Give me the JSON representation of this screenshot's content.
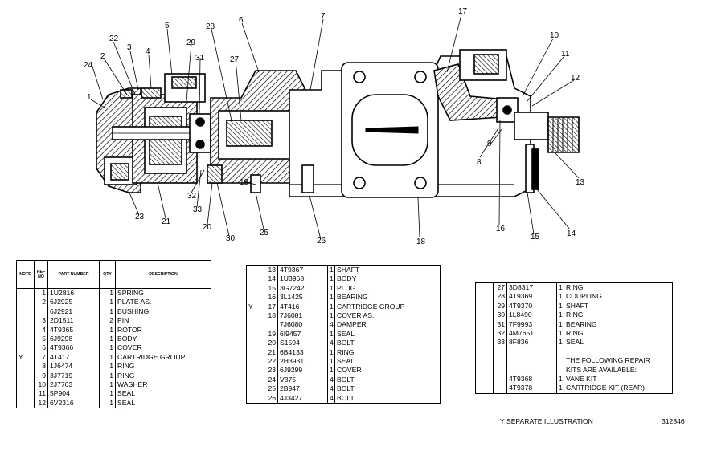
{
  "callouts": [
    "1",
    "2",
    "3",
    "4",
    "5",
    "6",
    "7",
    "8",
    "9",
    "10",
    "11",
    "12",
    "13",
    "14",
    "15",
    "16",
    "17",
    "18",
    "19",
    "20",
    "21",
    "22",
    "23",
    "24",
    "25",
    "26",
    "27",
    "28",
    "29",
    "30",
    "31",
    "32",
    "33"
  ],
  "table1": {
    "headers": [
      "NOTE",
      "REF NO",
      "PART NUMBER",
      "QTY",
      "DESCRIPTION"
    ],
    "rows": [
      {
        "note": "",
        "ref": "1",
        "part": "1U2816",
        "qty": "1",
        "desc": "SPRING"
      },
      {
        "note": "",
        "ref": "2",
        "part": "6J2925",
        "qty": "1",
        "desc": "PLATE  AS."
      },
      {
        "note": "",
        "ref": "",
        "part": "6J2921",
        "qty": "1",
        "desc": "   BUSHING"
      },
      {
        "note": "",
        "ref": "3",
        "part": "2D1511",
        "qty": "2",
        "desc": "PIN"
      },
      {
        "note": "",
        "ref": "4",
        "part": "4T9365",
        "qty": "1",
        "desc": "ROTOR"
      },
      {
        "note": "",
        "ref": "5",
        "part": "6J9298",
        "qty": "1",
        "desc": "BODY"
      },
      {
        "note": "",
        "ref": "6",
        "part": "4T9366",
        "qty": "1",
        "desc": "COVER"
      },
      {
        "note": "Y",
        "ref": "7",
        "part": "4T417",
        "qty": "1",
        "desc": "CARTRIDGE  GROUP"
      },
      {
        "note": "",
        "ref": "8",
        "part": "1J6474",
        "qty": "1",
        "desc": "RING"
      },
      {
        "note": "",
        "ref": "9",
        "part": "3J7719",
        "qty": "1",
        "desc": "RING"
      },
      {
        "note": "",
        "ref": "10",
        "part": "2J7763",
        "qty": "1",
        "desc": "WASHER"
      },
      {
        "note": "",
        "ref": "11",
        "part": "5P904",
        "qty": "1",
        "desc": "SEAL"
      },
      {
        "note": "",
        "ref": "12",
        "part": "6V2316",
        "qty": "1",
        "desc": "SEAL"
      }
    ]
  },
  "table2": {
    "rows": [
      {
        "note": "",
        "ref": "13",
        "part": "4T9367",
        "qty": "1",
        "desc": "SHAFT"
      },
      {
        "note": "",
        "ref": "14",
        "part": "1U3968",
        "qty": "1",
        "desc": "BODY"
      },
      {
        "note": "",
        "ref": "15",
        "part": "3G7242",
        "qty": "1",
        "desc": "PLUG"
      },
      {
        "note": "",
        "ref": "16",
        "part": "3L1425",
        "qty": "1",
        "desc": "BEARING"
      },
      {
        "note": "Y",
        "ref": "17",
        "part": "4T416",
        "qty": "1",
        "desc": "CARTRIDGE  GROUP"
      },
      {
        "note": "",
        "ref": "18",
        "part": "7J6081",
        "qty": "1",
        "desc": "COVER  AS."
      },
      {
        "note": "",
        "ref": "",
        "part": "7J6080",
        "qty": "4",
        "desc": "   DAMPER"
      },
      {
        "note": "",
        "ref": "19",
        "part": "6I9457",
        "qty": "1",
        "desc": "SEAL"
      },
      {
        "note": "",
        "ref": "20",
        "part": "S1594",
        "qty": "4",
        "desc": "BOLT"
      },
      {
        "note": "",
        "ref": "21",
        "part": "6B4133",
        "qty": "1",
        "desc": "RING"
      },
      {
        "note": "",
        "ref": "22",
        "part": "2H3931",
        "qty": "1",
        "desc": "SEAL"
      },
      {
        "note": "",
        "ref": "23",
        "part": "6J9299",
        "qty": "1",
        "desc": "COVER"
      },
      {
        "note": "",
        "ref": "24",
        "part": "V375",
        "qty": "4",
        "desc": "BOLT"
      },
      {
        "note": "",
        "ref": "25",
        "part": "2B947",
        "qty": "4",
        "desc": "BOLT"
      },
      {
        "note": "",
        "ref": "26",
        "part": "4J3427",
        "qty": "4",
        "desc": "BOLT"
      }
    ]
  },
  "table3": {
    "rows": [
      {
        "note": "",
        "ref": "27",
        "part": "3D8317",
        "qty": "1",
        "desc": "RING"
      },
      {
        "note": "",
        "ref": "28",
        "part": "4T9369",
        "qty": "1",
        "desc": "COUPLING"
      },
      {
        "note": "",
        "ref": "29",
        "part": "4T9370",
        "qty": "1",
        "desc": "SHAFT"
      },
      {
        "note": "",
        "ref": "30",
        "part": "1L8490",
        "qty": "1",
        "desc": "RING"
      },
      {
        "note": "",
        "ref": "31",
        "part": "7F9993",
        "qty": "1",
        "desc": "BEARING"
      },
      {
        "note": "",
        "ref": "32",
        "part": "4M7651",
        "qty": "1",
        "desc": "RING"
      },
      {
        "note": "",
        "ref": "33",
        "part": "8F836",
        "qty": "1",
        "desc": "SEAL"
      },
      {
        "note": "",
        "ref": "",
        "part": "",
        "qty": "",
        "desc": ""
      },
      {
        "note": "",
        "ref": "",
        "part": "",
        "qty": "",
        "desc": "THE  FOLLOWING  REPAIR"
      },
      {
        "note": "",
        "ref": "",
        "part": "",
        "qty": "",
        "desc": "KITS  ARE  AVAILABLE:"
      },
      {
        "note": "",
        "ref": "",
        "part": "4T9368",
        "qty": "1",
        "desc": "VANE  KIT"
      },
      {
        "note": "",
        "ref": "",
        "part": "4T9378",
        "qty": "1",
        "desc": "CARTRIDGE  KIT  (REAR)"
      }
    ]
  },
  "footer": {
    "note": "Y   SEPARATE  ILLUSTRATION",
    "code": "312846"
  }
}
